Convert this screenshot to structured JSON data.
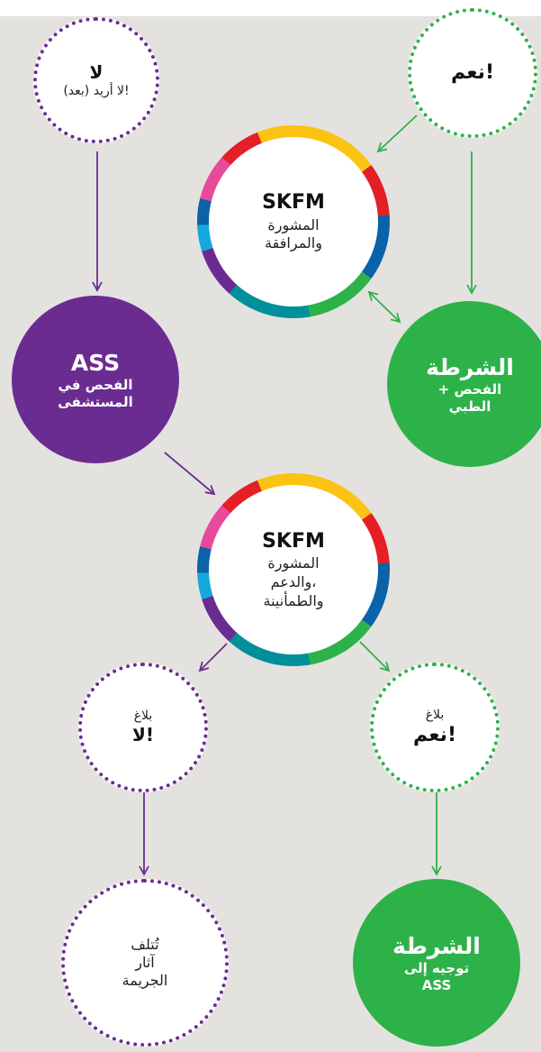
{
  "nodes": {
    "no": {
      "title": "لا",
      "subtitle": "لا أريد (بعد)!"
    },
    "yes": {
      "title": "نعم!"
    },
    "skfm_top": {
      "title": "SKFM",
      "line1": "المشورة",
      "line2": "والمرافقة"
    },
    "ass": {
      "title": "ASS",
      "line1": "الفحص في",
      "line2": "المستشفى"
    },
    "police_top": {
      "title": "الشرطة",
      "line1": "+ الفحص",
      "line2": "الطبي"
    },
    "skfm_mid": {
      "title": "SKFM",
      "line1": "المشورة",
      "line2": "والدعم،",
      "line3": "والطمأنينة"
    },
    "report_no": {
      "label": "بلاغ",
      "title": "لا!"
    },
    "report_yes": {
      "label": "بلاغ",
      "title": "نعم!"
    },
    "evidence": {
      "line1": "تُتلف",
      "line2": "آثار",
      "line3": "الجريمة"
    },
    "police_bottom": {
      "title": "الشرطة",
      "line1": "توجيه إلى",
      "line2": "ASS"
    }
  },
  "colors": {
    "purple": "#6b2c91",
    "green": "#2db24a",
    "background": "#e4e2df",
    "ring_segments": [
      "#fbc312",
      "#e41f26",
      "#0a62a8",
      "#2db24a",
      "#00909a",
      "#6b2c91",
      "#14a9dc",
      "#0a62a8",
      "#e84a9a",
      "#e41f26"
    ]
  }
}
